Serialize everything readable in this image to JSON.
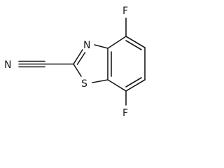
{
  "molecule": {
    "atoms": {
      "fluorine_top": "F",
      "fluorine_bottom": "F",
      "nitrogen_ring": "N",
      "sulfur_ring": "S",
      "nitrogen_nitrile": "N"
    }
  }
}
